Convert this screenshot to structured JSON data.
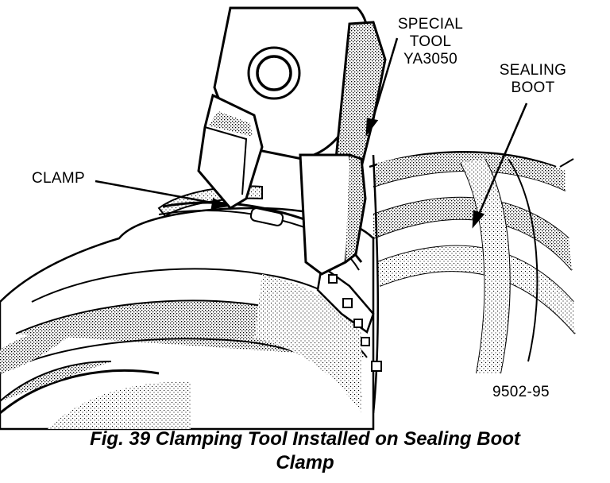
{
  "labels": {
    "special_tool_line1": "SPECIAL",
    "special_tool_line2": "TOOL",
    "special_tool_line3": "YA3050",
    "sealing_boot_line1": "SEALING",
    "sealing_boot_line2": "BOOT",
    "clamp": "CLAMP",
    "figure_number": "9502-95"
  },
  "caption": {
    "line1": "Fig. 39 Clamping Tool Installed on Sealing Boot",
    "line2": "Clamp"
  }
}
